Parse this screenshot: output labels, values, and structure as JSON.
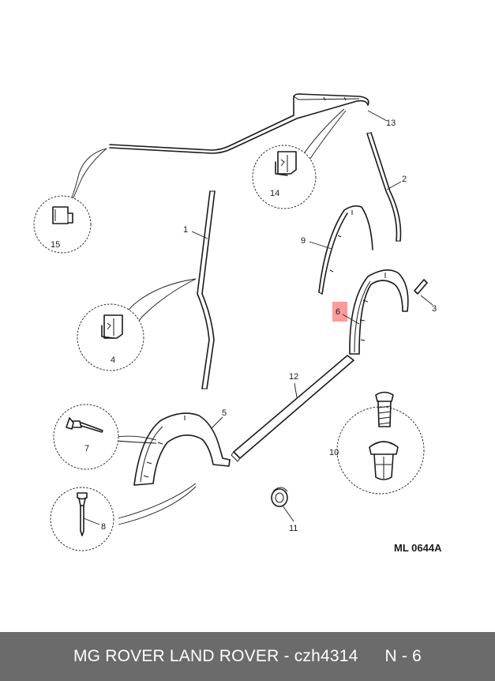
{
  "diagram": {
    "drawing_code": "ML 0644A",
    "callouts": {
      "c1": "1",
      "c2": "2",
      "c3": "3",
      "c4": "4",
      "c5": "5",
      "c6": "6",
      "c7": "7",
      "c8": "8",
      "c9": "9",
      "c10": "10",
      "c11": "11",
      "c12": "12",
      "c13": "13",
      "c14": "14",
      "c15": "15"
    },
    "highlight_color": "#ff7a7a"
  },
  "footer": {
    "title": "MG ROVER LAND ROVER - czh4314",
    "page": "N - 6"
  }
}
